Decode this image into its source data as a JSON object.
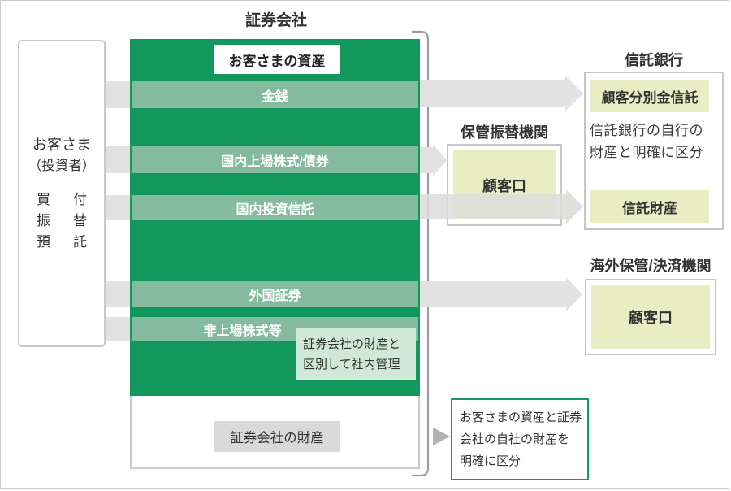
{
  "page_title": "証券会社",
  "customer": {
    "line1": "お客さま",
    "line2": "（投資者）",
    "actions": [
      {
        "l": "買",
        "r": "付"
      },
      {
        "l": "振",
        "r": "替"
      },
      {
        "l": "預",
        "r": "託"
      }
    ]
  },
  "company": {
    "assets_banner": "お客さまの資産",
    "rows": [
      "金銭",
      "国内上場株式/債券",
      "国内投資信託",
      "外国証券",
      "非上場株式等"
    ],
    "internal_note_line1": "証券会社の財産と",
    "internal_note_line2": "区別して社内管理",
    "property_label": "証券会社の財産"
  },
  "custody_org": {
    "title": "保管振替機関",
    "account": "顧客口"
  },
  "trust_bank": {
    "title": "信託銀行",
    "segregated_trust": "顧客分別金信託",
    "desc_line1": "信託銀行の自行の",
    "desc_line2": "財産と明確に区分",
    "trust_property": "信託財産"
  },
  "overseas_org": {
    "title": "海外保管/決済機関",
    "account": "顧客口"
  },
  "separation_note": {
    "line1": "お客さまの資産と証券",
    "line2": "会社の自社の財産を",
    "line3": "明確に区分"
  },
  "colors": {
    "brand_green": "#12985D",
    "band_green": "#84BB9F",
    "arrow_gray": "#E2E2E2",
    "account_bg": "#E9EDC4",
    "note_green_bg": "#CFE8D8",
    "note_border_green": "#17995F",
    "gray_box": "#D9D9D9"
  }
}
